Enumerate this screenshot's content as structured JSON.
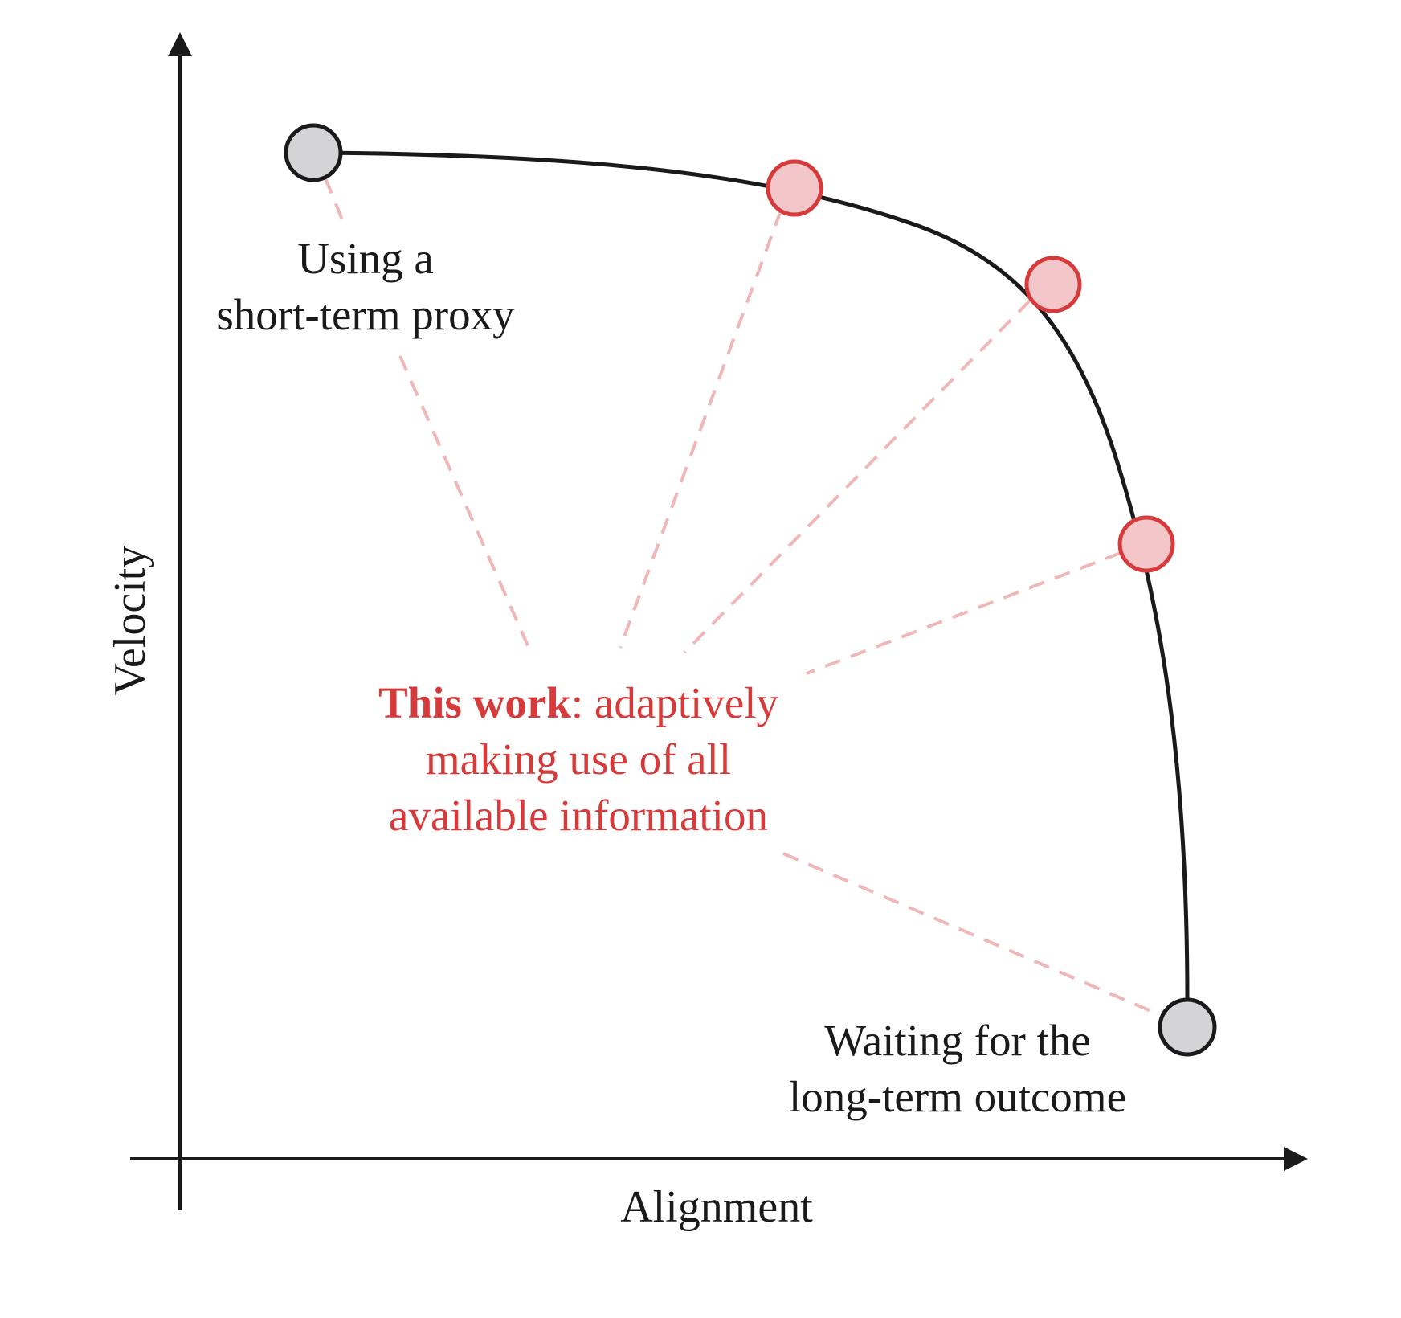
{
  "axes": {
    "x_label": "Alignment",
    "y_label": "Velocity"
  },
  "endpoints": {
    "short_term": {
      "line1": "Using a",
      "line2": "short-term proxy"
    },
    "long_term": {
      "line1": "Waiting for the",
      "line2": "long-term outcome"
    }
  },
  "this_work": {
    "bold": "This work",
    "line1_rest": ": adaptively",
    "line2": "making use of all",
    "line3": "available information"
  },
  "colors": {
    "curve": "#1a1a1a",
    "endpoint_fill": "#d4d4d6",
    "endpoint_stroke": "#1a1a1a",
    "accent": "#d63a3a",
    "accent_fill": "#f3c7c9",
    "dash": "#f0b7b8"
  }
}
